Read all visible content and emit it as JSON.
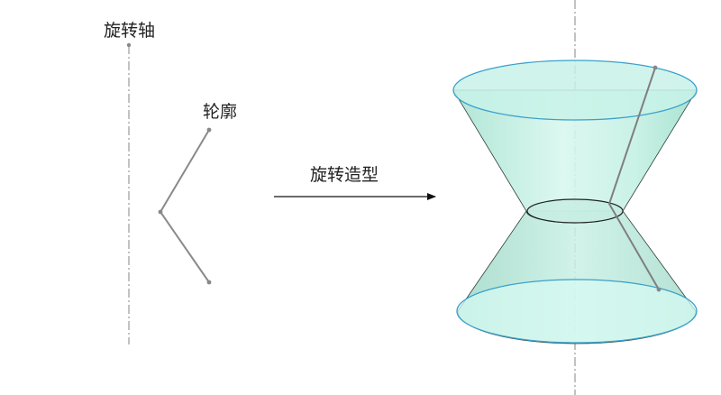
{
  "labels": {
    "axis": "旋转轴",
    "profile": "轮廓",
    "operation": "旋转造型"
  },
  "colors": {
    "axis_line": "#9a9a9a",
    "profile_line": "#8a8a8a",
    "arrow": "#111111",
    "solid_fill": "#bfeee0",
    "solid_fill_light": "#e3fbf6",
    "rim_stroke": "#3aa0cc",
    "waist_stroke": "#222222",
    "label_text": "#222222"
  }
}
